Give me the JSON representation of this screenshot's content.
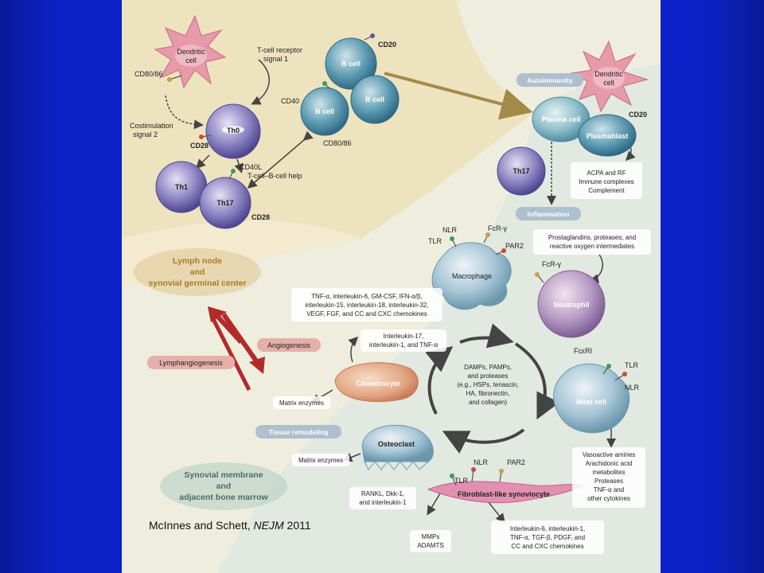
{
  "citation": {
    "authors": "McInnes and Schett, ",
    "journal": "NEJM",
    "year": " 2011"
  },
  "regions": {
    "lymph_node": [
      "Lymph node",
      "and",
      "synovial germinal center"
    ],
    "synovial_membrane": [
      "Synovial membrane",
      "and",
      "adjacent bone marrow"
    ]
  },
  "section_pills": {
    "autoimmunity": "Autoimmunity",
    "inflammation": "Inflammation",
    "tissue_remodeling": "Tissue remodeling",
    "angiogenesis": "Angiogenesis",
    "lymphangiogenesis": "Lymphangiogenesis"
  },
  "cells": {
    "dendritic_left": [
      "Dendritic",
      "cell"
    ],
    "dendritic_right": [
      "Dendritic",
      "cell"
    ],
    "th0": "Th0",
    "th1": "Th1",
    "th17_left": "Th17",
    "th17_right": "Th17",
    "b_cell_top": "B cell",
    "b_cell_mid": "B cell",
    "b_cell_low": "B cell",
    "plasma_cell": "Plasma cell",
    "plasmablast": "Plasmablast",
    "macrophage": "Macrophage",
    "neutrophil": "Neutrophil",
    "mast_cell": "Mast cell",
    "chondrocyte": "Chondrocyte",
    "osteoclast": "Osteoclast",
    "fibroblast": "Fibroblast-like synoviocyte"
  },
  "labels": {
    "tcr_signal": [
      "T-cell receptor",
      "signal 1"
    ],
    "costim": [
      "Costimulation",
      "signal 2"
    ],
    "tb_help": "T-cell–B-cell help",
    "cd80_86_left": "CD80/86",
    "cd80_86_b": "CD80/86",
    "cd28_th0": "CD28",
    "cd28_th17": "CD28",
    "cd40l": "CD40L",
    "cd40": "CD40",
    "cd20_top": "CD20",
    "cd20_plasmablast": "CD20",
    "mac_nlr": "NLR",
    "mac_tlr": "TLR",
    "mac_fcr": "FcR-γ",
    "mac_par2": "PAR2",
    "neut_fcr": "FcR-γ",
    "mast_fceri": "FcεRI",
    "mast_tlr": "TLR",
    "mast_nlr": "NLR",
    "fib_nlr": "NLR",
    "fib_par2": "PAR2",
    "fib_tlr": "TLR"
  },
  "boxes": {
    "acpa": [
      "ACPA and RF",
      "Immune complexes",
      "Complement"
    ],
    "prostaglandins": [
      "Prostaglandins, proteases, and",
      "reactive oxygen intermediates"
    ],
    "cytokines_mac": [
      "TNF-α, interleukin-6, GM-CSF, IFN-α/β,",
      "interleukin-15, interleukin-18, interleukin-32,",
      "VEGF, FGF, and CC and CXC chemokines"
    ],
    "il17": [
      "Interleukin-17,",
      "interleukin-1, and TNF-α"
    ],
    "damps": [
      "DAMPs, PAMPs,",
      "and proteases",
      "(e.g., HSPs, tenascin,",
      "HA, fibronectin,",
      "and collagen)"
    ],
    "matrix_chondro": [
      "Matrix enzymes"
    ],
    "matrix_osteo": [
      "Matrix enzymes"
    ],
    "rankl": [
      "RANKL, Dkk-1,",
      "and interleukin-1"
    ],
    "vasoactive": [
      "Vasoactive amines",
      "Arachidonic acid",
      "metabolites",
      "Proteases",
      "TNF-α and",
      "other cytokines"
    ],
    "mmps": [
      "MMPs",
      "ADAMTS"
    ],
    "fib_cytokines": [
      "Interleukin-6, interleukin-1,",
      "TNF-α, TGF-β, PDGF, and",
      "CC and CXC chemokines"
    ]
  },
  "colors": {
    "slide_bg": "#0c22c8",
    "panel_bg": "#efeede",
    "lymph_bg": "#eee3bf",
    "pill_blue": "#aebfcd",
    "pill_red": "#e6b0a8",
    "lymph_text": "#a87a28",
    "synovial_text": "#4d6e63",
    "dendritic": "#e69aaa",
    "b_cell": "#4f8ea6",
    "t_cell": "#8a7fbf",
    "arrow_red": "#b22b2b",
    "arrow_gold": "#a28a48"
  }
}
